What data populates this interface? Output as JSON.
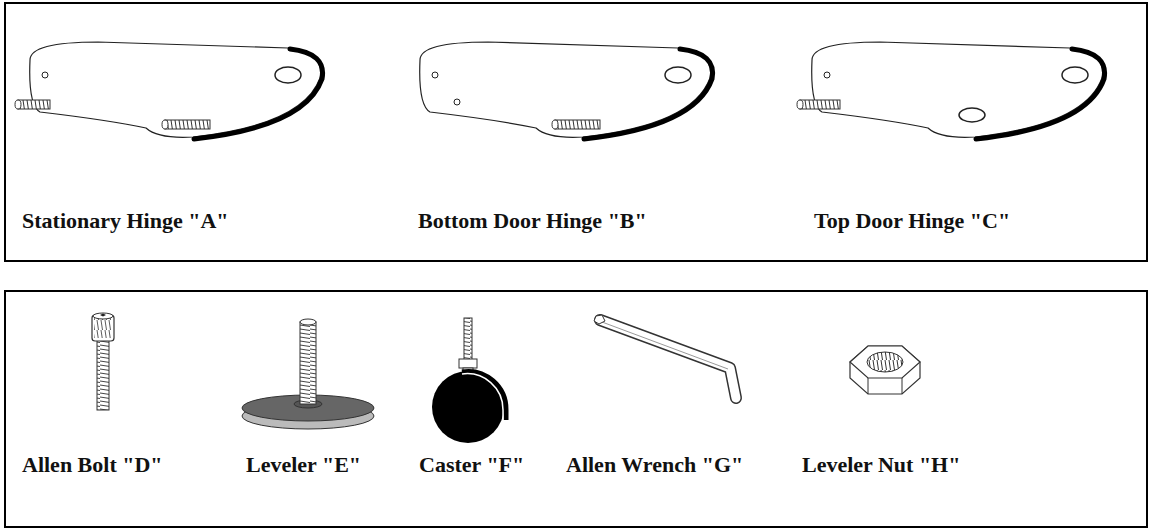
{
  "diagram": {
    "nodes": [
      {
        "text": [
          "Stationary Hinge \"A\"",
          "Bottom Door Hinge \"B\"",
          "Top Door Hinge \"C\""
        ]
      },
      {
        "text": [
          "Allen Bolt \"D\"",
          "Leveler \"E\"",
          "Caster \"F\"",
          "Allen Wrench \"G\"",
          "Leveler Nut \"H\""
        ]
      }
    ]
  }
}
